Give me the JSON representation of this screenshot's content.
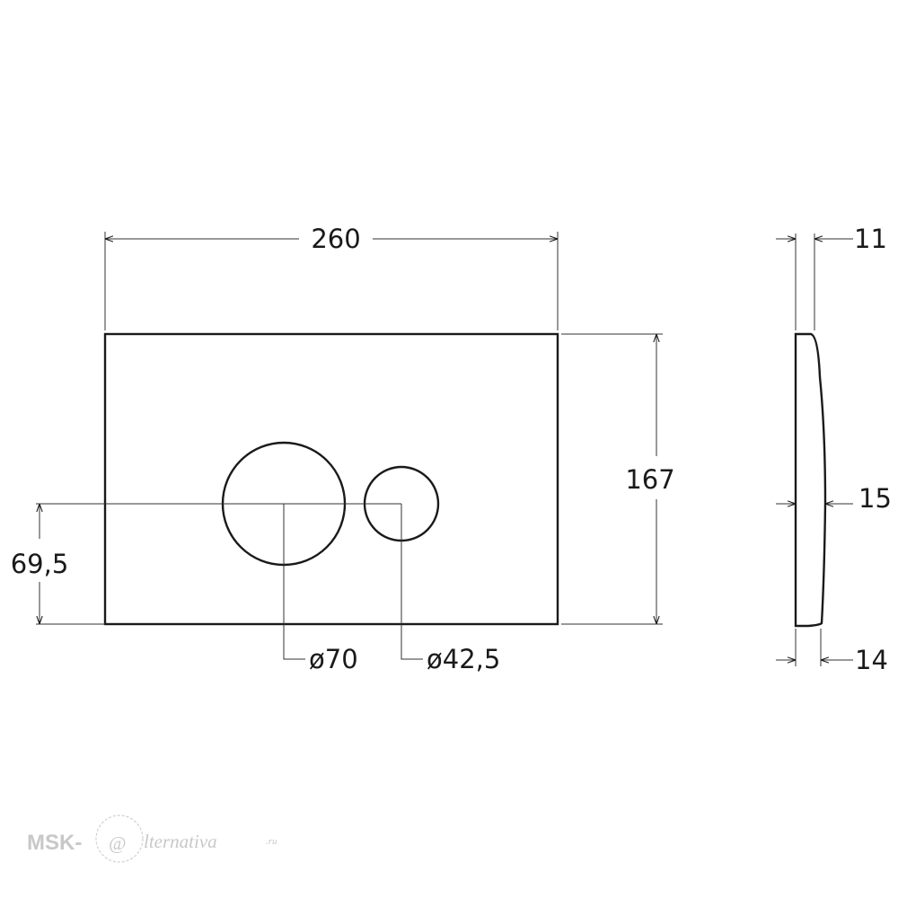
{
  "front_view": {
    "width_label": "260",
    "height_label": "167",
    "button_height_label": "69,5",
    "large_button_diameter_label": "ø70",
    "small_button_diameter_label": "ø42,5"
  },
  "side_view": {
    "top_thickness_label": "11",
    "middle_thickness_label": "15",
    "bottom_thickness_label": "14"
  },
  "watermark": {
    "prefix": "MSK-",
    "at_symbol": "@",
    "suffix": "lternativa",
    "domain": ".ru"
  },
  "colors": {
    "line": "#1a1a1a",
    "watermark": "#c8c8c8"
  }
}
